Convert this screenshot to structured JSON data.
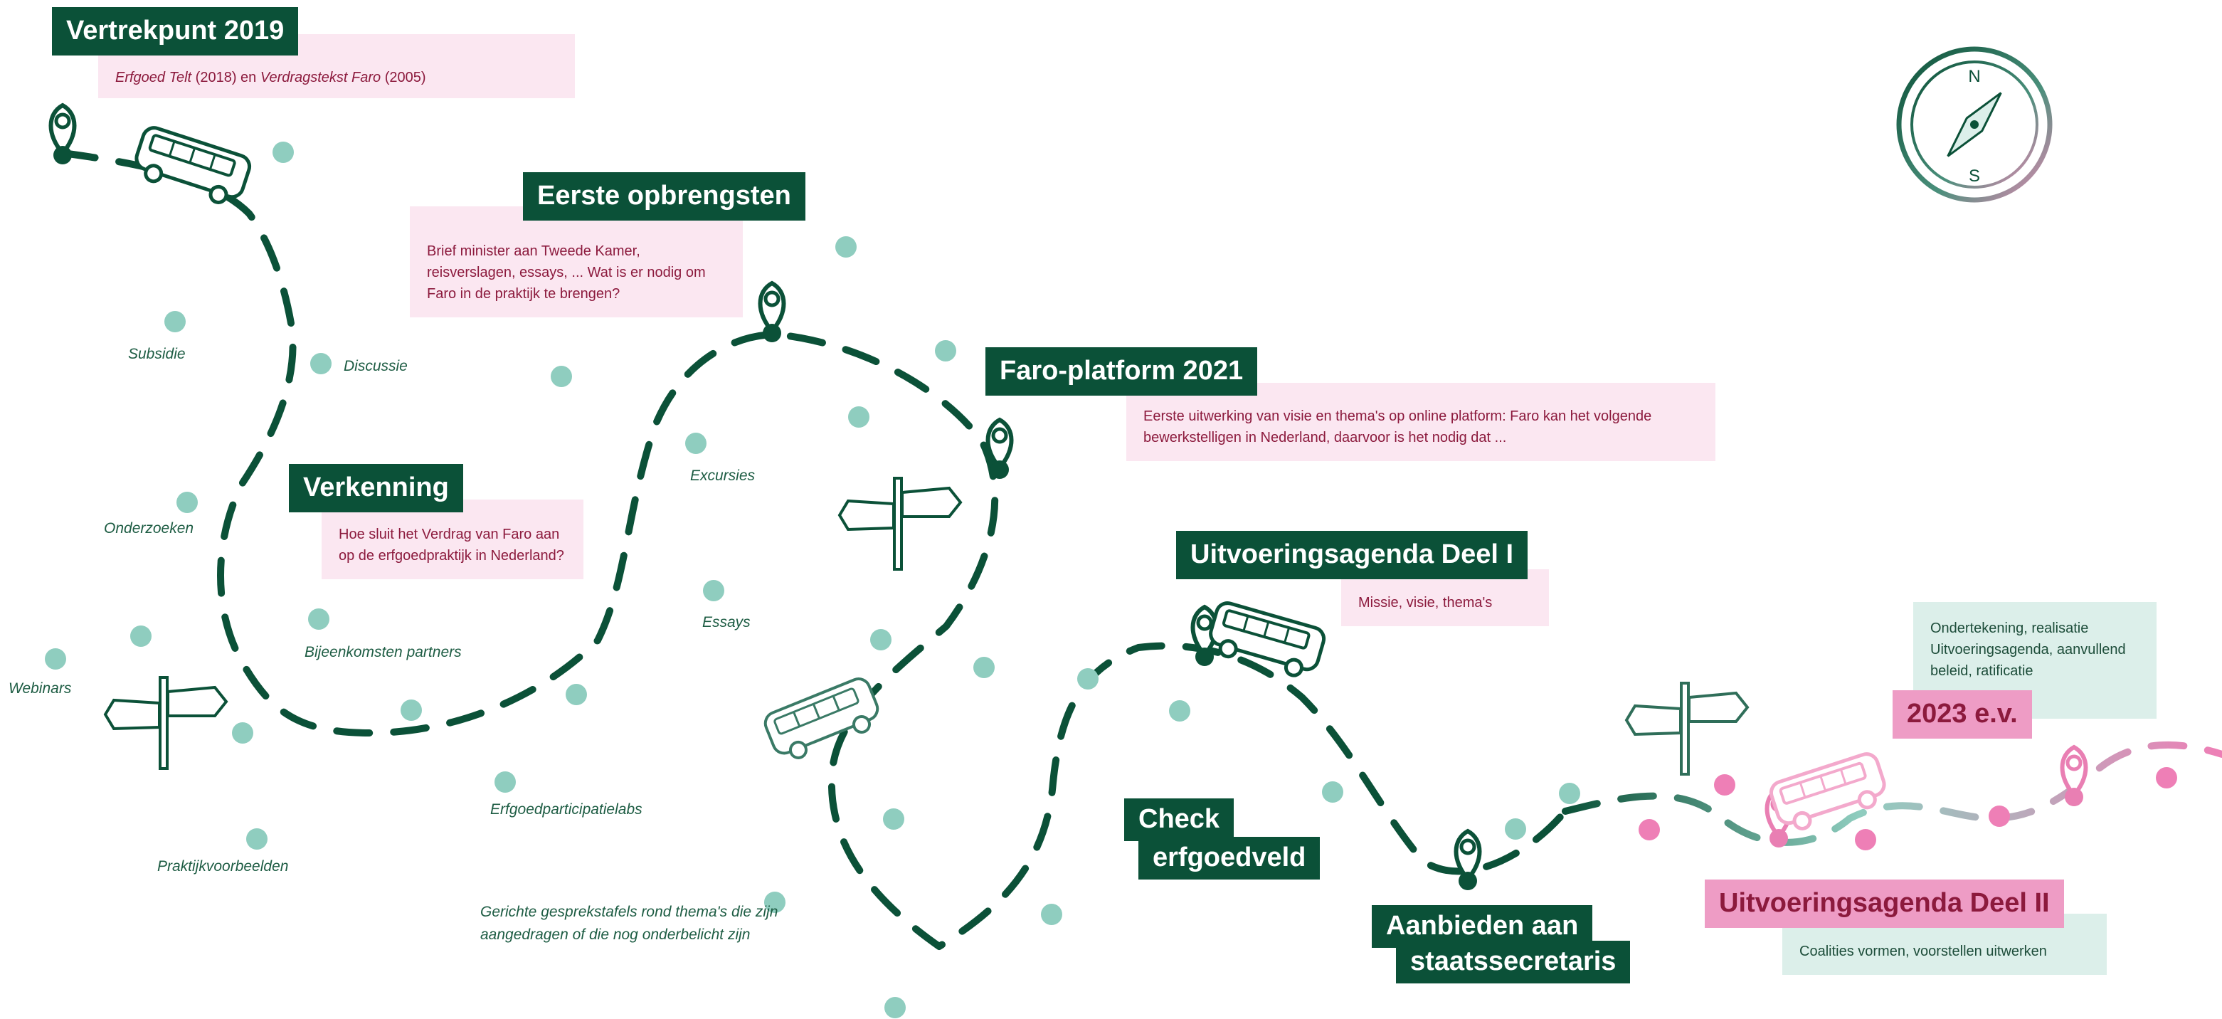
{
  "stations": [
    {
      "id": "vertrekpunt",
      "title": "Vertrekpunt 2019",
      "text_html": "<i>Erfgoed Telt</i> (2018) en <i>Verdragstekst Faro</i> (2005)"
    },
    {
      "id": "eerste",
      "title": "Eerste opbrengsten",
      "text": "Brief minister aan Tweede Kamer, reisverslagen, essays, ... Wat is er nodig om Faro in de praktijk te brengen?"
    },
    {
      "id": "verkenning",
      "title": "Verkenning",
      "text": "Hoe sluit het Verdrag van Faro aan op de erfgoedpraktijk in Nederland?"
    },
    {
      "id": "faro2021",
      "title": "Faro-platform 2021",
      "text": "Eerste uitwerking van visie en thema's op online platform: Faro kan het volgende bewerkstelligen in Nederland, daarvoor is het nodig dat ..."
    },
    {
      "id": "deel1",
      "title": "Uitvoeringsagenda Deel I",
      "text": "Missie, visie, thema's"
    },
    {
      "id": "check",
      "title_lines": [
        "Check",
        "erfgoedveld"
      ]
    },
    {
      "id": "aanbieden",
      "title_lines": [
        "Aanbieden aan",
        "staatssecretaris"
      ]
    },
    {
      "id": "e2023",
      "title": "2023 e.v.",
      "text": "Ondertekening, realisatie Uitvoeringsagenda, aanvullend beleid, ratificatie"
    },
    {
      "id": "deel2",
      "title": "Uitvoeringsagenda Deel II",
      "text": "Coalities vormen, voorstellen uitwerken"
    }
  ],
  "labels": [
    "Subsidie",
    "Discussie",
    "Onderzoeken",
    "Bijeenkomsten partners",
    "Webinars",
    "Praktijkvoorbeelden",
    "Erfgoedparticipatielabs",
    "Excursies",
    "Essays",
    "Gerichte gesprekstafels rond thema's die zijn aangedragen of die nog onderbelicht zijn"
  ],
  "compass": {
    "north": "N",
    "south": "S"
  },
  "colors": {
    "green": "#0b5138",
    "mint": "#8fcdbf",
    "pink": "#ee9cc5",
    "pinkbox": "#fbe7f1",
    "mintbox": "#dcefea",
    "maroon": "#8c1a3d"
  }
}
